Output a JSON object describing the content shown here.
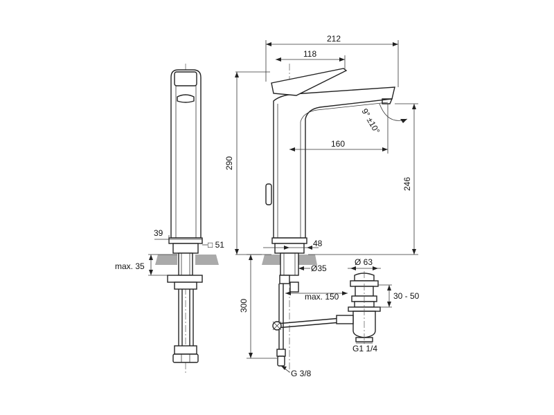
{
  "dimensions": {
    "overall_width": "212",
    "handle_reach": "118",
    "spout_angle": "9° ±10°",
    "spout_reach": "160",
    "total_height": "290",
    "spout_height": "246",
    "side_base_width": "39",
    "side_base_square": "□ 51",
    "front_base_offset": "48",
    "max_counter_thickness": "max. 35",
    "shank_diameter": "Ø35",
    "waste_cap_diameter": "Ø 63",
    "waste_height_range": "30 - 50",
    "max_rod_length": "max. 150",
    "hose_length": "300",
    "waste_thread": "G1 1/4",
    "hose_thread": "G 3/8"
  }
}
